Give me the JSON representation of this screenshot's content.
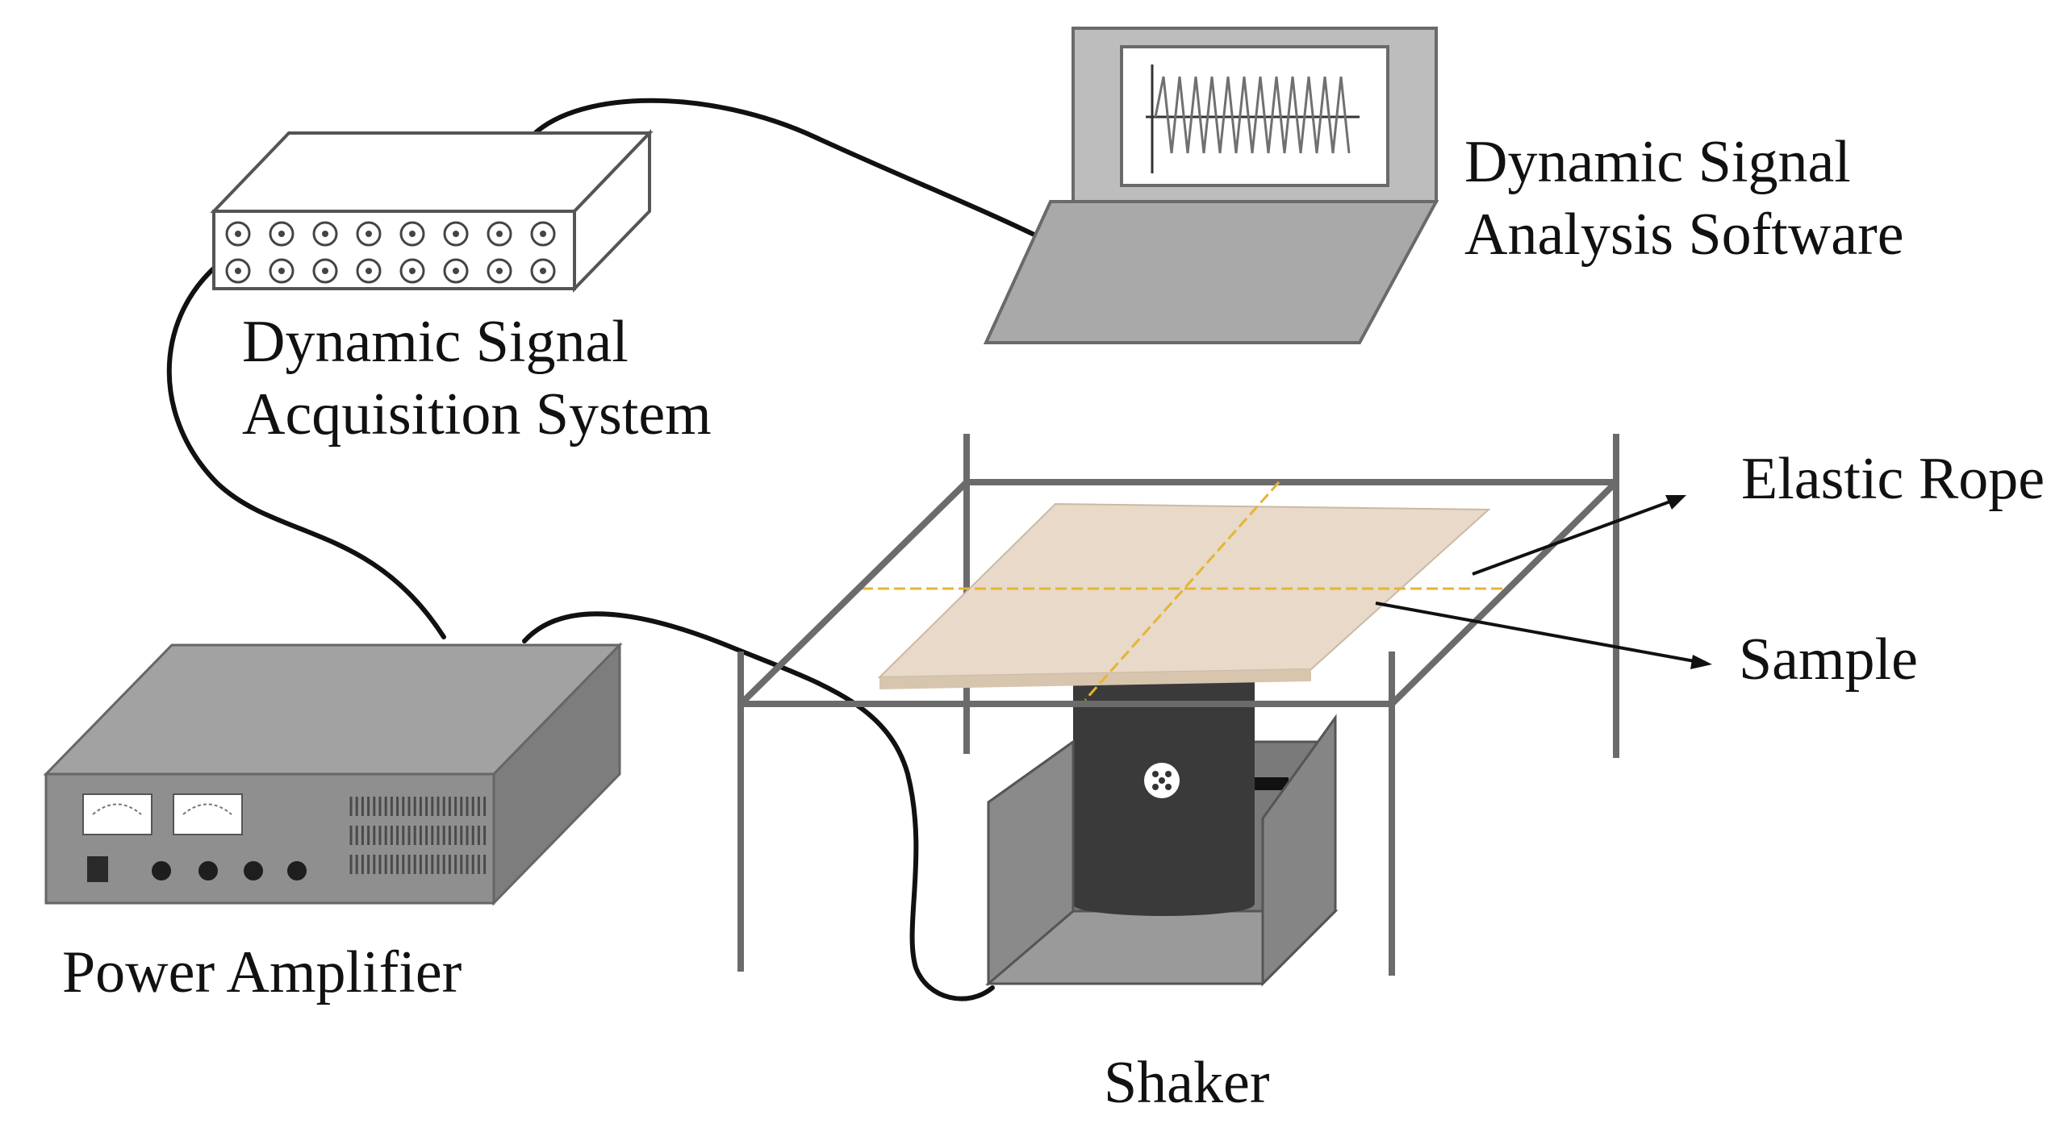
{
  "labels": {
    "analysis_software_line1": "Dynamic Signal",
    "analysis_software_line2": "Analysis Software",
    "acquisition_line1": "Dynamic Signal",
    "acquisition_line2": "Acquisition System",
    "elastic_rope": "Elastic Rope",
    "sample": "Sample",
    "power_amplifier": "Power Amplifier",
    "shaker": "Shaker"
  },
  "colors": {
    "frame": "#6b6b6b",
    "cable": "#111111",
    "laptop_body": "#a9a9a9",
    "screen_wave": "#707070",
    "sample_wood": "#e8d9c8",
    "sample_center_lines": "#e5b533",
    "amplifier_front": "#8f8f8f",
    "amplifier_top": "#a0a0a0",
    "shaker_body": "#3a3a3a",
    "shaker_housing": "#858585"
  },
  "icons": {
    "laptop": "laptop-icon",
    "acquisition_box": "acquisition-box-icon",
    "amplifier": "power-amplifier-icon",
    "shaker": "shaker-icon"
  }
}
